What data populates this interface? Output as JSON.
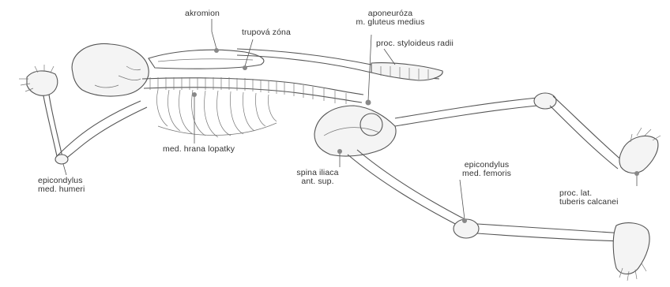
{
  "labels": {
    "akromion": "akromion",
    "trupova_zona": "trupová zóna",
    "aponeuroza_line1": "aponeuróza",
    "aponeuroza_line2": "m. gluteus medius",
    "proc_styloideus": "proc. styloideus radii",
    "epicondylus_humeri_line1": "epicondylus",
    "epicondylus_humeri_line2": "med. humeri",
    "med_hrana_lopatky": "med. hrana lopatky",
    "spina_iliaca_line1": "spina iliaca",
    "spina_iliaca_line2": "ant. sup.",
    "epicondylus_femoris_line1": "epicondylus",
    "epicondylus_femoris_line2": "med. femoris",
    "proc_lat_line1": "proc. lat.",
    "proc_lat_line2": "tuberis calcanei"
  }
}
